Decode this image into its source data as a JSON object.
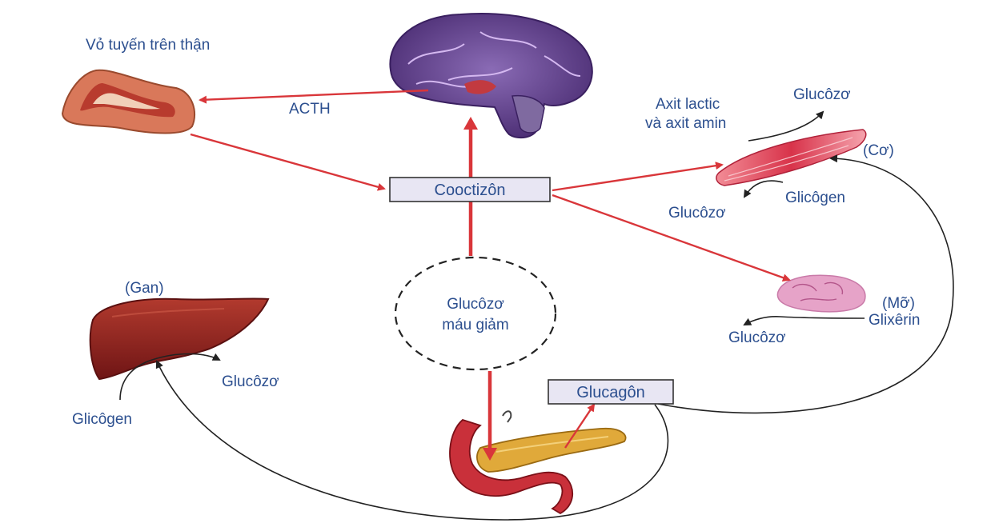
{
  "labels": {
    "adrenal_cortex": "Vỏ tuyến trên thận",
    "acth": "ACTH",
    "cortisol": "Cooctizôn",
    "muscle_lactic_line1": "Axit lactic",
    "muscle_lactic_line2": "và axit amin",
    "muscle_glucose_top": "Glucôzơ",
    "muscle": "(Cơ)",
    "muscle_glycogen": "Glicôgen",
    "muscle_glucose_bottom": "Glucôzơ",
    "fat": "(Mỡ)",
    "fat_glycerol": "Glixêrin",
    "fat_glucose": "Glucôzơ",
    "liver": "(Gan)",
    "liver_glucose": "Glucôzơ",
    "liver_glycogen": "Glicôgen",
    "blood_glucose_line1": "Glucôzơ",
    "blood_glucose_line2": "máu giảm",
    "glucagon": "Glucagôn"
  },
  "colors": {
    "arrow_red": "#d9363a",
    "label_blue": "#2c4f8f",
    "box_fill": "#e8e6f3",
    "brain": "#5b3a86",
    "liver": "#8f1d1d",
    "muscle": "#e0485a",
    "fat": "#e6a3c8",
    "adrenal": "#d9785a",
    "pancreas": "#e0a93a"
  },
  "icons": [
    "brain-icon",
    "adrenal-gland-icon",
    "muscle-icon",
    "fat-tissue-icon",
    "liver-icon",
    "pancreas-icon"
  ]
}
